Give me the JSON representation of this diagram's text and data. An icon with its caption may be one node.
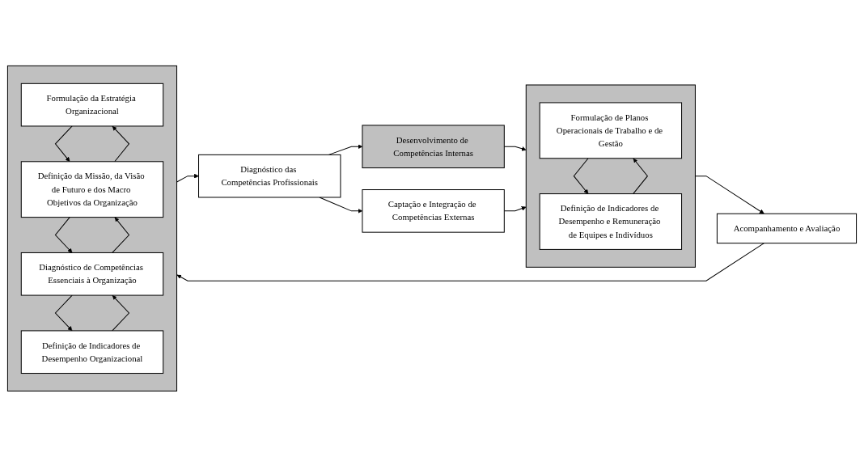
{
  "diagram": {
    "nodes": [
      {
        "text": [],
        "shape": "box"
      },
      {
        "text": [
          "Formulação da Estratégia Organizacional"
        ],
        "in": 0
      },
      {
        "text": [
          "Definição da Missão, da Visão de Futuro e dos Macro Objetivos da Organização"
        ],
        "in": 0
      },
      {
        "text": [
          "Diagnóstico de Competências Essenciais à Organização"
        ],
        "in": 0
      },
      {
        "text": [
          "Definição de Indicadores de Desempenho Organizacional"
        ],
        "in": 0
      },
      {
        "text": [
          "Diagnóstico das Competências Profissionais"
        ]
      },
      {
        "text": [
          "Desenvolvimento de Competências Internas"
        ]
      },
      {
        "text": [
          "Captação e Integração de Competências Externas"
        ]
      },
      {
        "text": [],
        "shape": "box"
      },
      {
        "text": [
          "Formulação de Planos Operacionais de Trabalho e de Gestão"
        ],
        "in": 8
      },
      {
        "text": [
          "Definição de Indicadores de Desempenho e Remuneração de Equipes e Indivíduos"
        ],
        "in": 8
      },
      {
        "text": [
          "Acompanhamento e Avaliação"
        ]
      }
    ],
    "edges": [
      {
        "from": 1,
        "to": 2,
        "arrow": "to"
      },
      {
        "from": 2,
        "to": 1,
        "arrow": "to"
      },
      {
        "from": 2,
        "to": 3,
        "arrow": "to"
      },
      {
        "from": 3,
        "to": 2,
        "arrow": "to"
      },
      {
        "from": 3,
        "to": 4,
        "arrow": "to"
      },
      {
        "from": 4,
        "to": 3,
        "arrow": "to"
      },
      {
        "from": 0,
        "to": 5,
        "arrow": "to"
      },
      {
        "from": 5,
        "to": 6,
        "arrow": "to"
      },
      {
        "from": 5,
        "to": 7,
        "arrow": "to"
      },
      {
        "from": 6,
        "to": 8,
        "arrow": "to"
      },
      {
        "from": 7,
        "to": 8,
        "arrow": "to"
      },
      {
        "from": 9,
        "to": 10,
        "arrow": "to"
      },
      {
        "from": 10,
        "to": 9,
        "arrow": "to"
      },
      {
        "from": 8,
        "to": 11,
        "arrow": "to"
      },
      {
        "from": 11,
        "to": 0,
        "arrow": "to"
      }
    ]
  }
}
